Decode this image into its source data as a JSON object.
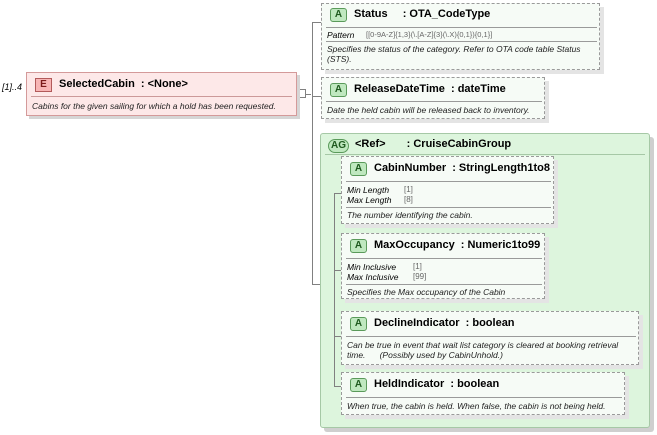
{
  "element": {
    "cardinality": "[1]..4",
    "badge": "E",
    "name": "SelectedCabin",
    "type": ": <None>",
    "description": "Cabins for the given sailing for which a hold has been requested."
  },
  "attributes": {
    "status": {
      "badge": "A",
      "name": "Status",
      "type": ": OTA_CodeType",
      "facet_label": "Pattern",
      "facet_value": "[[0-9A-Z]{1,3}(\\.[A-Z]{3}(\\.X){0,1}){0,1}]",
      "description_line1": "Specifies the status of the category. Refer to OTA code table Status",
      "description_line2": "(STS)."
    },
    "release": {
      "badge": "A",
      "name": "ReleaseDateTime",
      "type": ": dateTime",
      "description": "Date the held cabin will be released back to inventory."
    }
  },
  "group": {
    "badge": "AG",
    "ref": "<Ref>",
    "name": ": CruiseCabinGroup",
    "cabin_number": {
      "badge": "A",
      "name": "CabinNumber",
      "type": ": StringLength1to8",
      "facet1_label": "Min Length",
      "facet1_value": "[1]",
      "facet2_label": "Max Length",
      "facet2_value": "[8]",
      "description": "The number identifying the cabin."
    },
    "max_occupancy": {
      "badge": "A",
      "name": "MaxOccupancy",
      "type": ": Numeric1to99",
      "facet1_label": "Min Inclusive",
      "facet1_value": "[1]",
      "facet2_label": "Max Inclusive",
      "facet2_value": "[99]",
      "description": "Specifies the Max occupancy  of the Cabin"
    },
    "decline_indicator": {
      "badge": "A",
      "name": "DeclineIndicator",
      "type": ": boolean",
      "description_line1": "Can be true in event that wait list category is cleared at booking retrieval",
      "description_line2": "time.      (Possibly used by CabinUnhold.)"
    },
    "held_indicator": {
      "badge": "A",
      "name": "HeldIndicator",
      "type": ": boolean",
      "description": "When true, the cabin is held. When false, the cabin is not being held."
    }
  },
  "colors": {
    "element_fill": "#fde8e8",
    "element_border": "#d49a9a",
    "attribute_badge": "#bfe8bf",
    "group_fill": "#ddf5dd"
  }
}
